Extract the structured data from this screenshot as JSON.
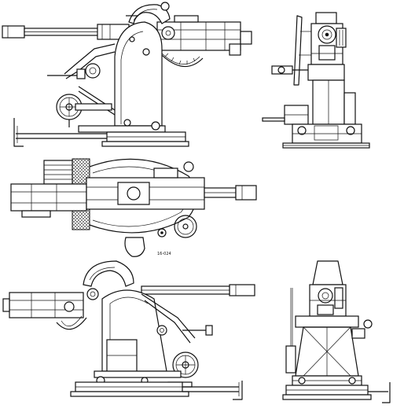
{
  "drawing": {
    "views": [
      {
        "id": "side-left",
        "label": ""
      },
      {
        "id": "front",
        "label": ""
      },
      {
        "id": "top",
        "label": ""
      },
      {
        "id": "side-right",
        "label": ""
      },
      {
        "id": "rear",
        "label": ""
      }
    ],
    "top_view_marking": "16-024",
    "line_color": "#111111",
    "background_color": "#ffffff"
  }
}
